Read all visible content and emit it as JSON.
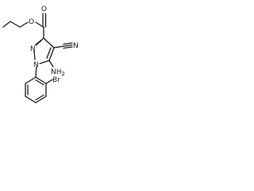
{
  "molecule": {
    "atoms": {
      "carbonyl_oxygen": "O",
      "ester_oxygen": "O",
      "nitrile_nitrogen": "N",
      "pyrazole_n2": "N",
      "pyrazole_n1": "N",
      "amino_group": "NH",
      "amino_subscript": "2",
      "bromine": "Br"
    }
  }
}
